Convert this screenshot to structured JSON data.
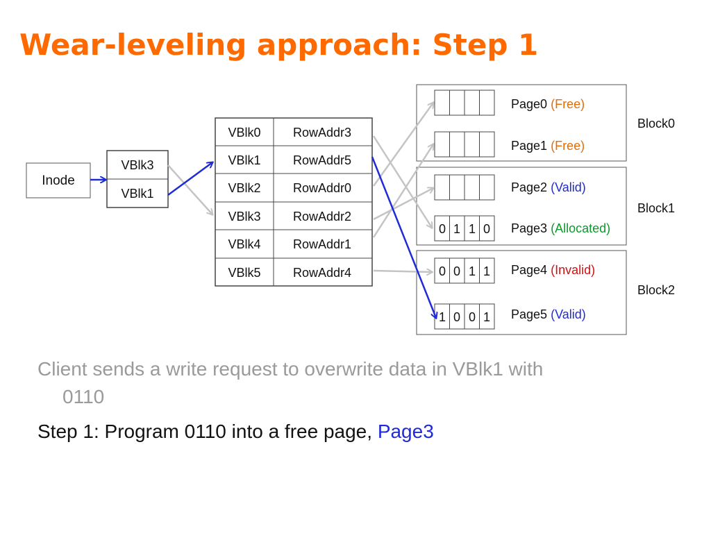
{
  "slide": {
    "title": "Wear-leveling approach: Step 1"
  },
  "diagram": {
    "inode_label": "Inode",
    "inode_entries": [
      "VBlk3",
      "VBlk1"
    ],
    "mapping_table": [
      {
        "vblk": "VBlk0",
        "row": "RowAddr3"
      },
      {
        "vblk": "VBlk1",
        "row": "RowAddr5"
      },
      {
        "vblk": "VBlk2",
        "row": "RowAddr0"
      },
      {
        "vblk": "VBlk3",
        "row": "RowAddr2"
      },
      {
        "vblk": "VBlk4",
        "row": "RowAddr1"
      },
      {
        "vblk": "VBlk5",
        "row": "RowAddr4"
      }
    ],
    "pages": [
      {
        "name": "Page0",
        "state": "(Free)",
        "state_color": "#e36c09",
        "bits": [
          "",
          "",
          "",
          ""
        ]
      },
      {
        "name": "Page1",
        "state": "(Free)",
        "state_color": "#e36c09",
        "bits": [
          "",
          "",
          "",
          ""
        ]
      },
      {
        "name": "Page2",
        "state": "(Valid)",
        "state_color": "#1f2bd6",
        "bits": [
          "",
          "",
          "",
          ""
        ]
      },
      {
        "name": "Page3",
        "state": "(Allocated)",
        "state_color": "#0a9a2a",
        "bits": [
          "0",
          "1",
          "1",
          "0"
        ]
      },
      {
        "name": "Page4",
        "state": "(Invalid)",
        "state_color": "#d01010",
        "bits": [
          "0",
          "0",
          "1",
          "1"
        ]
      },
      {
        "name": "Page5",
        "state": "(Valid)",
        "state_color": "#1f2bd6",
        "bits": [
          "1",
          "0",
          "0",
          "1"
        ]
      }
    ],
    "blocks": [
      "Block0",
      "Block1",
      "Block2"
    ],
    "colors": {
      "active_arrow": "#1f2bd6",
      "inactive_arrow": "#c4c4c4"
    }
  },
  "bullets": {
    "line1_a": "Client sends a write request to overwrite data in VBlk1 with",
    "line1_b": "0110",
    "step_label": "Step 1:",
    "step_text": " Program 0110 into a free page, ",
    "step_highlight": "Page3"
  }
}
